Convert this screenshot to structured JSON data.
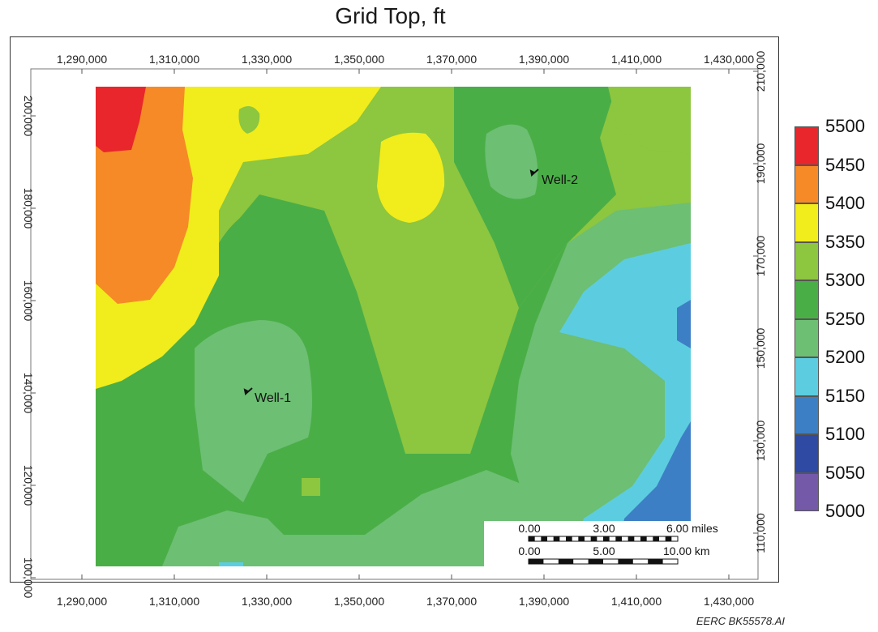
{
  "title": "Grid Top, ft",
  "footer": "EERC BK55578.AI",
  "axes": {
    "x_ticks": [
      "1,290,000",
      "1,310,000",
      "1,330,000",
      "1,350,000",
      "1,370,000",
      "1,390,000",
      "1,410,000",
      "1,430,000"
    ],
    "y_ticks_left": [
      "200,000",
      "180,000",
      "160,000",
      "140,000",
      "120,000",
      "100,000"
    ],
    "y_ticks_right": [
      "210,000",
      "190,000",
      "170,000",
      "150,000",
      "130,000",
      "110,000"
    ]
  },
  "wells": [
    {
      "label": "Well-1"
    },
    {
      "label": "Well-2"
    }
  ],
  "scale_bar": {
    "miles": {
      "labels": [
        "0.00",
        "3.00",
        "6.00 miles"
      ]
    },
    "km": {
      "labels": [
        "0.00",
        "5.00",
        "10.00 km"
      ]
    }
  },
  "legend": {
    "labels": [
      "5500",
      "5450",
      "5400",
      "5350",
      "5300",
      "5250",
      "5200",
      "5150",
      "5100",
      "5050",
      "5000"
    ],
    "colors": [
      "#e8262b",
      "#f58a27",
      "#f1ec1c",
      "#8dc63f",
      "#4aae47",
      "#6cbf73",
      "#5ccde0",
      "#3d7fc5",
      "#2f4aa3",
      "#7359a8"
    ]
  }
}
